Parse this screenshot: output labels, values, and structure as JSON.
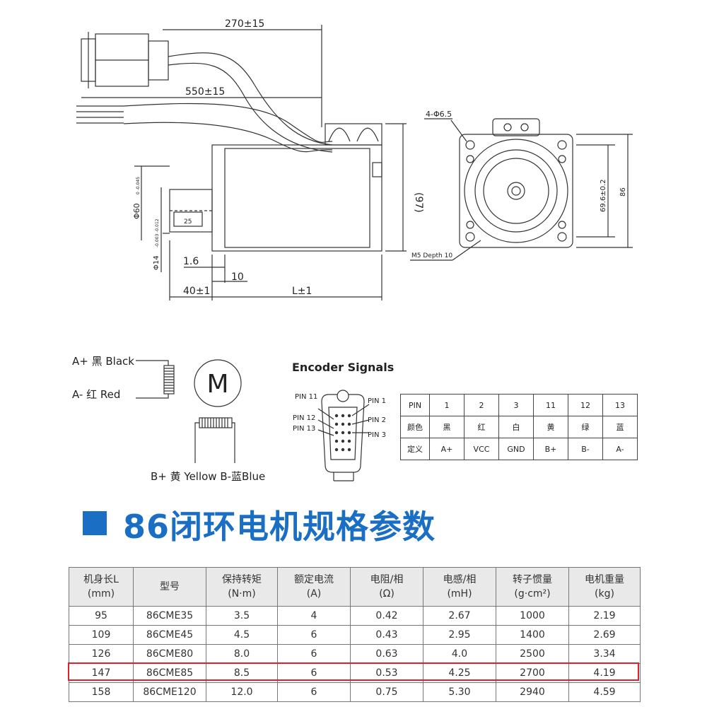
{
  "drawing": {
    "dim_270": "270±15",
    "dim_550": "550±15",
    "dim_97": "(97)",
    "dim_phi60": "Φ60",
    "dim_phi60_tol": "0 -0.045",
    "dim_25": "25",
    "dim_phi14": "Φ14",
    "dim_phi14_tol": "-0.003 -0.012",
    "dim_1_6": "1.6",
    "dim_10": "10",
    "dim_40": "40±1",
    "dim_L": "L±1",
    "dim_holes": "4-Φ6.5",
    "dim_69_6": "69.6±0.2",
    "dim_86": "86",
    "dim_m5": "M5 Depth 10"
  },
  "wiring": {
    "a_plus": "A+ 黑 Black",
    "a_minus": "A- 红 Red",
    "b_labels": "B+ 黄 Yellow  B-蓝Blue",
    "motor_symbol": "M"
  },
  "encoder": {
    "title": "Encoder Signals",
    "pin11": "PIN 11",
    "pin12": "PIN 12",
    "pin13": "PIN 13",
    "pin1": "PIN 1",
    "pin2": "PIN 2",
    "pin3": "PIN 3"
  },
  "pin_table": {
    "rows": [
      [
        "PIN",
        "1",
        "2",
        "3",
        "11",
        "12",
        "13"
      ],
      [
        "颜色",
        "黑",
        "红",
        "白",
        "黄",
        "绿",
        "蓝"
      ],
      [
        "定义",
        "A+",
        "VCC",
        "GND",
        "B+",
        "B-",
        "A-"
      ]
    ]
  },
  "section_title": "86闭环电机规格参数",
  "spec_table": {
    "headers": [
      [
        "机身长L",
        "(mm)"
      ],
      [
        "型号",
        ""
      ],
      [
        "保持转矩",
        "(N·m)"
      ],
      [
        "额定电流",
        "(A)"
      ],
      [
        "电阻/相",
        "(Ω)"
      ],
      [
        "电感/相",
        "(mH)"
      ],
      [
        "转子惯量",
        "(g·cm²)"
      ],
      [
        "电机重量",
        "(kg)"
      ]
    ],
    "rows": [
      [
        "95",
        "86CME35",
        "3.5",
        "4",
        "0.42",
        "2.67",
        "1000",
        "2.19"
      ],
      [
        "109",
        "86CME45",
        "4.5",
        "6",
        "0.43",
        "2.95",
        "1400",
        "2.69"
      ],
      [
        "126",
        "86CME80",
        "8.0",
        "6",
        "0.63",
        "4.0",
        "2500",
        "3.34"
      ],
      [
        "147",
        "86CME85",
        "8.5",
        "6",
        "0.53",
        "4.25",
        "2700",
        "4.19"
      ],
      [
        "158",
        "86CME120",
        "12.0",
        "6",
        "0.75",
        "5.30",
        "2940",
        "4.59"
      ]
    ],
    "highlight_color": "#e0202a"
  },
  "colors": {
    "accent": "#1a6fc4"
  }
}
